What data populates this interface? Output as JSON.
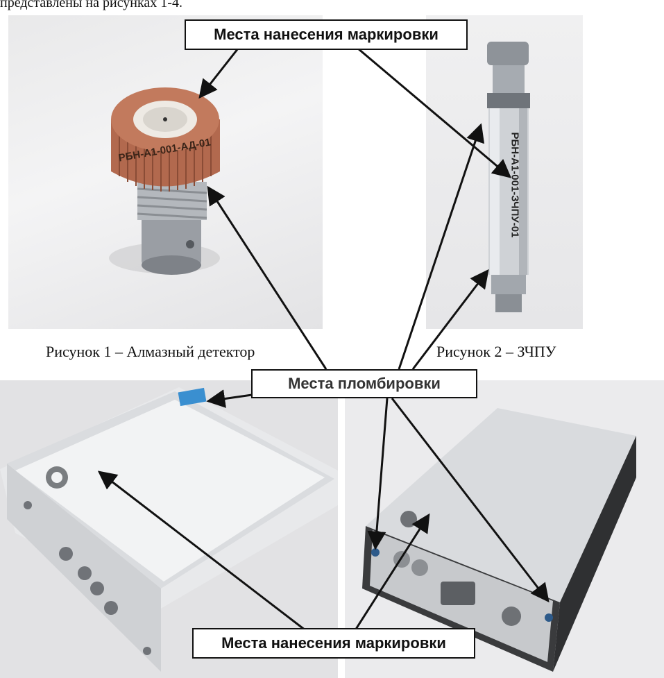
{
  "intro_text": "представлены на рисунках 1-4.",
  "labels": {
    "marking_top": "Места нанесения маркировки",
    "sealing": "Места пломбировки",
    "marking_bottom": "Места нанесения маркировки"
  },
  "captions": {
    "fig1": "Рисунок 1 – Алмазный детектор",
    "fig2": "Рисунок 2 – ЗЧПУ"
  },
  "engravings": {
    "detector_cap": "РБН-А1-001-АД-01",
    "zchpu_body": "РБН-А1-001-ЗЧПУ-01"
  }
}
